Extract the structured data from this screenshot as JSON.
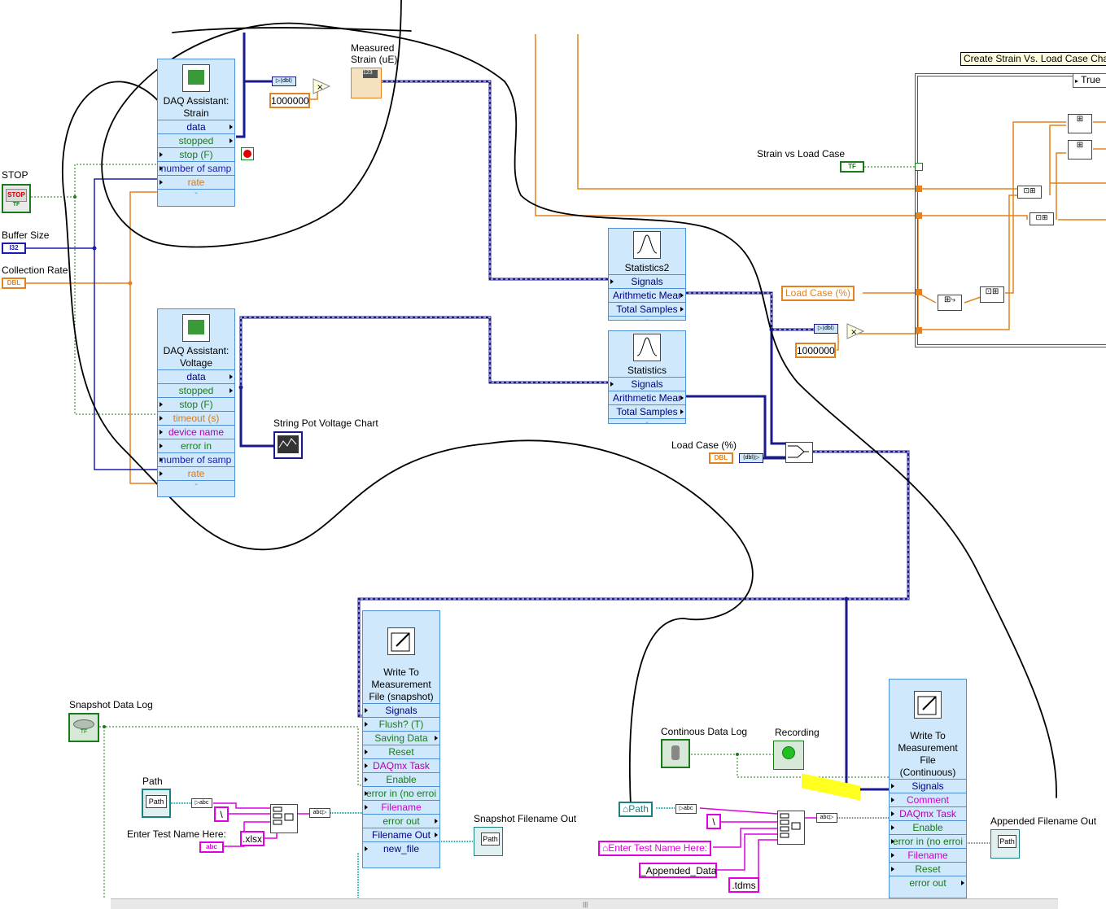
{
  "labels": {
    "stop": "STOP",
    "buffer_size": "Buffer Size",
    "collection_rate": "Collection Rate",
    "measured_strain": "Measured\nStrain (uE)",
    "string_pot_chart": "String Pot Voltage Chart",
    "load_case_pct": "Load Case (%)",
    "strain_vs_load_case": "Strain vs Load Case",
    "snapshot_data_log": "Snapshot Data Log",
    "path": "Path",
    "enter_test_name": "Enter Test Name Here:",
    "snapshot_filename_out": "Snapshot Filename Out",
    "continuous_data_log": "Continous Data Log",
    "recording": "Recording",
    "appended_filename_out": "Appended Filename Out"
  },
  "terminals": {
    "stop_badge": "STOP",
    "tf": "TF",
    "i32": "I32",
    "dbl": "DBL",
    "path_badge": "Path",
    "abc": "abc"
  },
  "constants": {
    "multiplier_top": "1000000",
    "multiplier_right": "1000000",
    "backslash_1": "\\",
    "xlsx": ".xlsx",
    "backslash_2": "\\",
    "appended_data": "_Appended_Data",
    "tdms": ".tdms"
  },
  "property_nodes": {
    "load_case_local": "Load Case (%)",
    "path_local": "Path",
    "enter_test_name_local": "Enter Test Name Here:"
  },
  "case_structure": {
    "tag": "Create Strain Vs. Load Case Chart",
    "selector": "True"
  },
  "daq_strain": {
    "title": "DAQ Assistant:\nStrain",
    "terms": [
      "data",
      "stopped",
      "stop (F)",
      "number of samp",
      "rate"
    ]
  },
  "daq_voltage": {
    "title": "DAQ Assistant:\nVoltage",
    "terms": [
      "data",
      "stopped",
      "stop (F)",
      "timeout (s)",
      "device name",
      "error in",
      "number of samp",
      "rate"
    ]
  },
  "statistics2": {
    "title": "Statistics2",
    "terms": [
      "Signals",
      "Arithmetic Mear",
      "Total Samples"
    ]
  },
  "statistics": {
    "title": "Statistics",
    "terms": [
      "Signals",
      "Arithmetic Mear",
      "Total Samples"
    ]
  },
  "write_snapshot": {
    "title": "Write To\nMeasurement\nFile (snapshot)",
    "terms": [
      "Signals",
      "Flush? (T)",
      "Saving Data",
      "Reset",
      "DAQmx Task",
      "Enable",
      "error in (no erroi",
      "Filename",
      "error out",
      "Filename Out",
      "new_file"
    ]
  },
  "write_continuous": {
    "title": "Write To\nMeasurement\nFile\n(Continuous)",
    "terms": [
      "Signals",
      "Comment",
      "DAQmx Task",
      "Enable",
      "error in (no erroi",
      "Filename",
      "Reset",
      "error out"
    ]
  },
  "colors": {
    "orange_wire": "#e3821f",
    "blue_wire": "#1b1bb0",
    "green_wire": "#1a7a1a",
    "pink_wire": "#e000e0",
    "dynamic_wire": "#1a1a8c",
    "teal_wire": "#1a8080",
    "highlight": "#ffff20"
  }
}
